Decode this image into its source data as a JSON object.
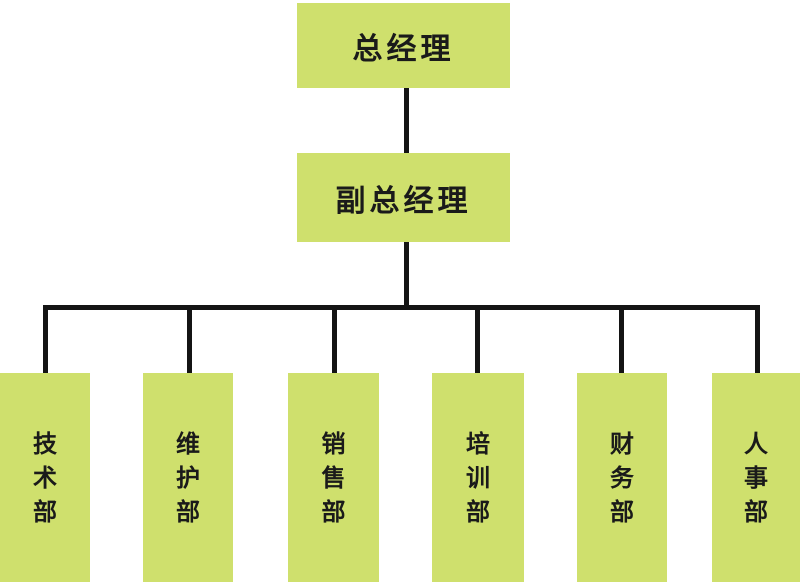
{
  "org_chart": {
    "type": "organization-chart",
    "root": {
      "label": "总经理"
    },
    "deputy": {
      "label": "副总经理"
    },
    "departments": [
      {
        "label": "技术部"
      },
      {
        "label": "维护部"
      },
      {
        "label": "销售部"
      },
      {
        "label": "培训部"
      },
      {
        "label": "财务部"
      },
      {
        "label": "人事部"
      }
    ],
    "hierarchy": {
      "root_reports_to": "",
      "deputy_reports_to": "总经理",
      "departments_report_to": "副总经理"
    },
    "colors": {
      "box_fill": "#cfe06d",
      "connector": "#141414",
      "text": "#1a1a1a",
      "background": "#ffffff"
    }
  }
}
